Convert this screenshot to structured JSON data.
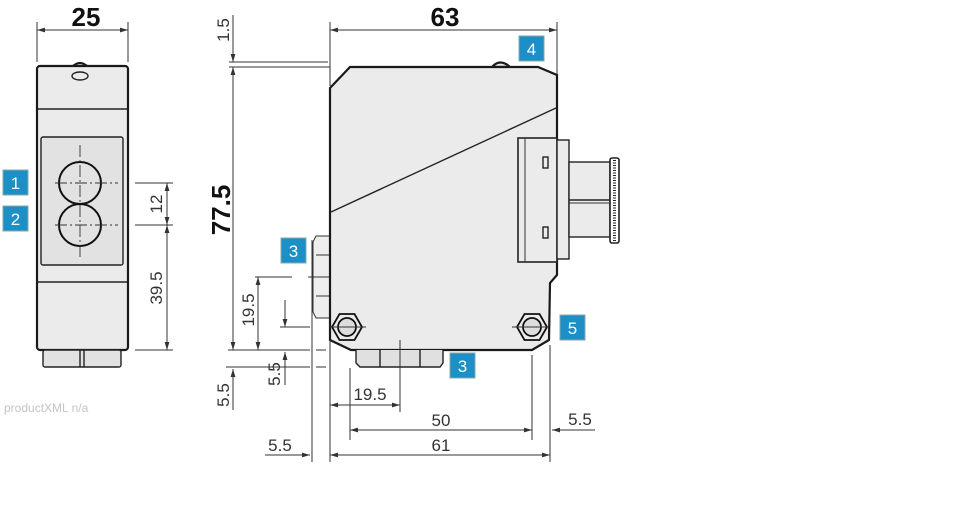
{
  "dimensions": {
    "front_width": "25",
    "side_width": "63",
    "height": "77.5",
    "top_offset": "1.5",
    "optics_spacing": "12",
    "optics_height": "39.5",
    "fitting_height": "19.5",
    "fitting_bottom_offset": "5.5",
    "bottom_offset_left": "5.5",
    "left_offset": "5.5",
    "fitting_horizontal": "19.5",
    "hole_spacing": "50",
    "base_length": "61",
    "right_offset": "5.5"
  },
  "callouts": {
    "one": "1",
    "two": "2",
    "three_side": "3",
    "four": "4",
    "five": "5",
    "three_bottom": "3"
  },
  "watermark": "productXML n/a",
  "colors": {
    "callout": "#1b8fc6",
    "body": "#ebebeb"
  }
}
